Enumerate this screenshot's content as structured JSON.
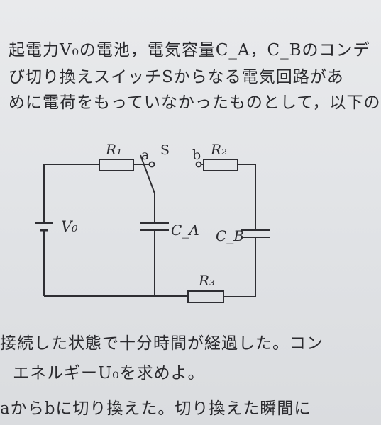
{
  "text": {
    "line1": "起電力V₀の電池，電気容量C_A，C_Bのコンデ",
    "line2": "び切り換えスイッチSからなる電気回路があ",
    "line3": "めに電荷をもっていなかったものとして，以下の",
    "line4": "接続した状態で十分時間が経過した。コン",
    "line5": "エネルギーU₀を求めよ。",
    "line6": "aからbに切り換えた。切り換えた瞬間に"
  },
  "circuit": {
    "switch_label": "S",
    "terminal_a": "a",
    "terminal_b": "b",
    "r1_label": "R₁",
    "r2_label": "R₂",
    "r3_label": "R₃",
    "battery_label": "V₀",
    "ca_label": "C_A",
    "cb_label": "C_B",
    "line_color": "#2e2e33"
  }
}
